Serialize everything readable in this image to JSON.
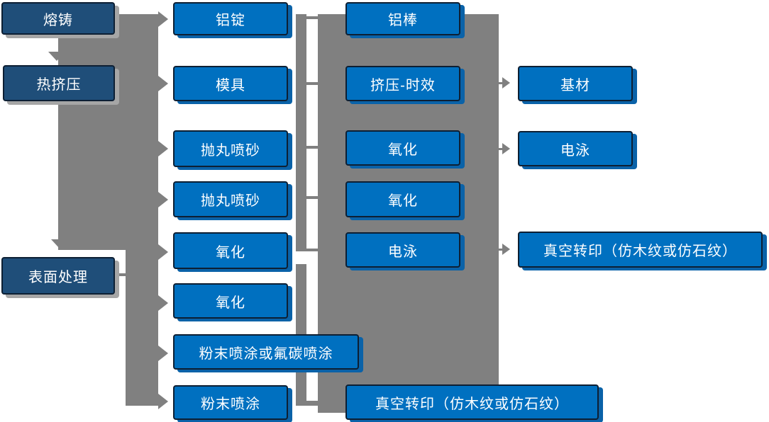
{
  "diagram": {
    "col1": [
      "熔铸",
      "热挤压",
      "表面处理"
    ],
    "col2": [
      "铝锭",
      "模具",
      "抛丸喷砂",
      "抛丸喷砂",
      "氧化",
      "氧化",
      "粉末喷涂或氟碳喷涂",
      "粉末喷涂"
    ],
    "col3": [
      "铝棒",
      "挤压-时效",
      "氧化",
      "氧化",
      "电泳"
    ],
    "col4": [
      "基材",
      "电泳",
      "真空转印（仿木纹或仿石纹）"
    ],
    "bottom": [
      "真空转印（仿木纹或仿石纹）"
    ]
  },
  "colors": {
    "stage_box_fill": "#1F4E79",
    "process_box_fill": "#0070C0",
    "box_border": "#0D1F33",
    "connector_gray": "#808080",
    "text": "#FFFFFF"
  }
}
